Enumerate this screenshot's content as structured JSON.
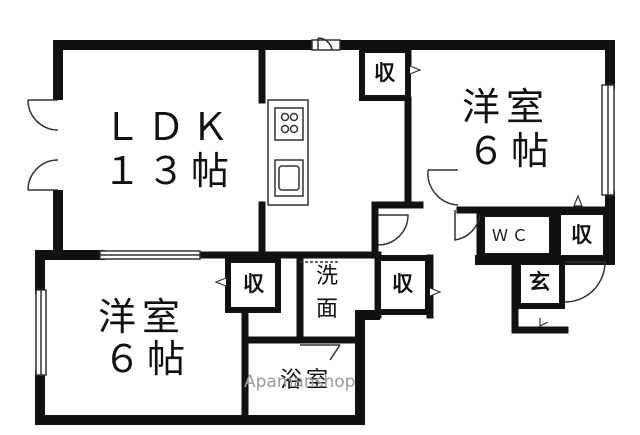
{
  "rooms": {
    "ldk_name": "ＬＤＫ",
    "ldk_size": "１３帖",
    "west_room_name": "洋室",
    "west_room_size": "６帖",
    "east_room_name": "洋室",
    "east_room_size": "６帖",
    "wash_line1": "洗",
    "wash_line2": "面",
    "bath": "浴室",
    "wc": "ＷＣ",
    "entrance": "玄"
  },
  "closets": {
    "label": "収"
  },
  "watermark": {
    "text": "Apamanshop"
  },
  "colors": {
    "wall": "#111111",
    "background": "#ffffff",
    "watermark": "#9a9a9a"
  }
}
